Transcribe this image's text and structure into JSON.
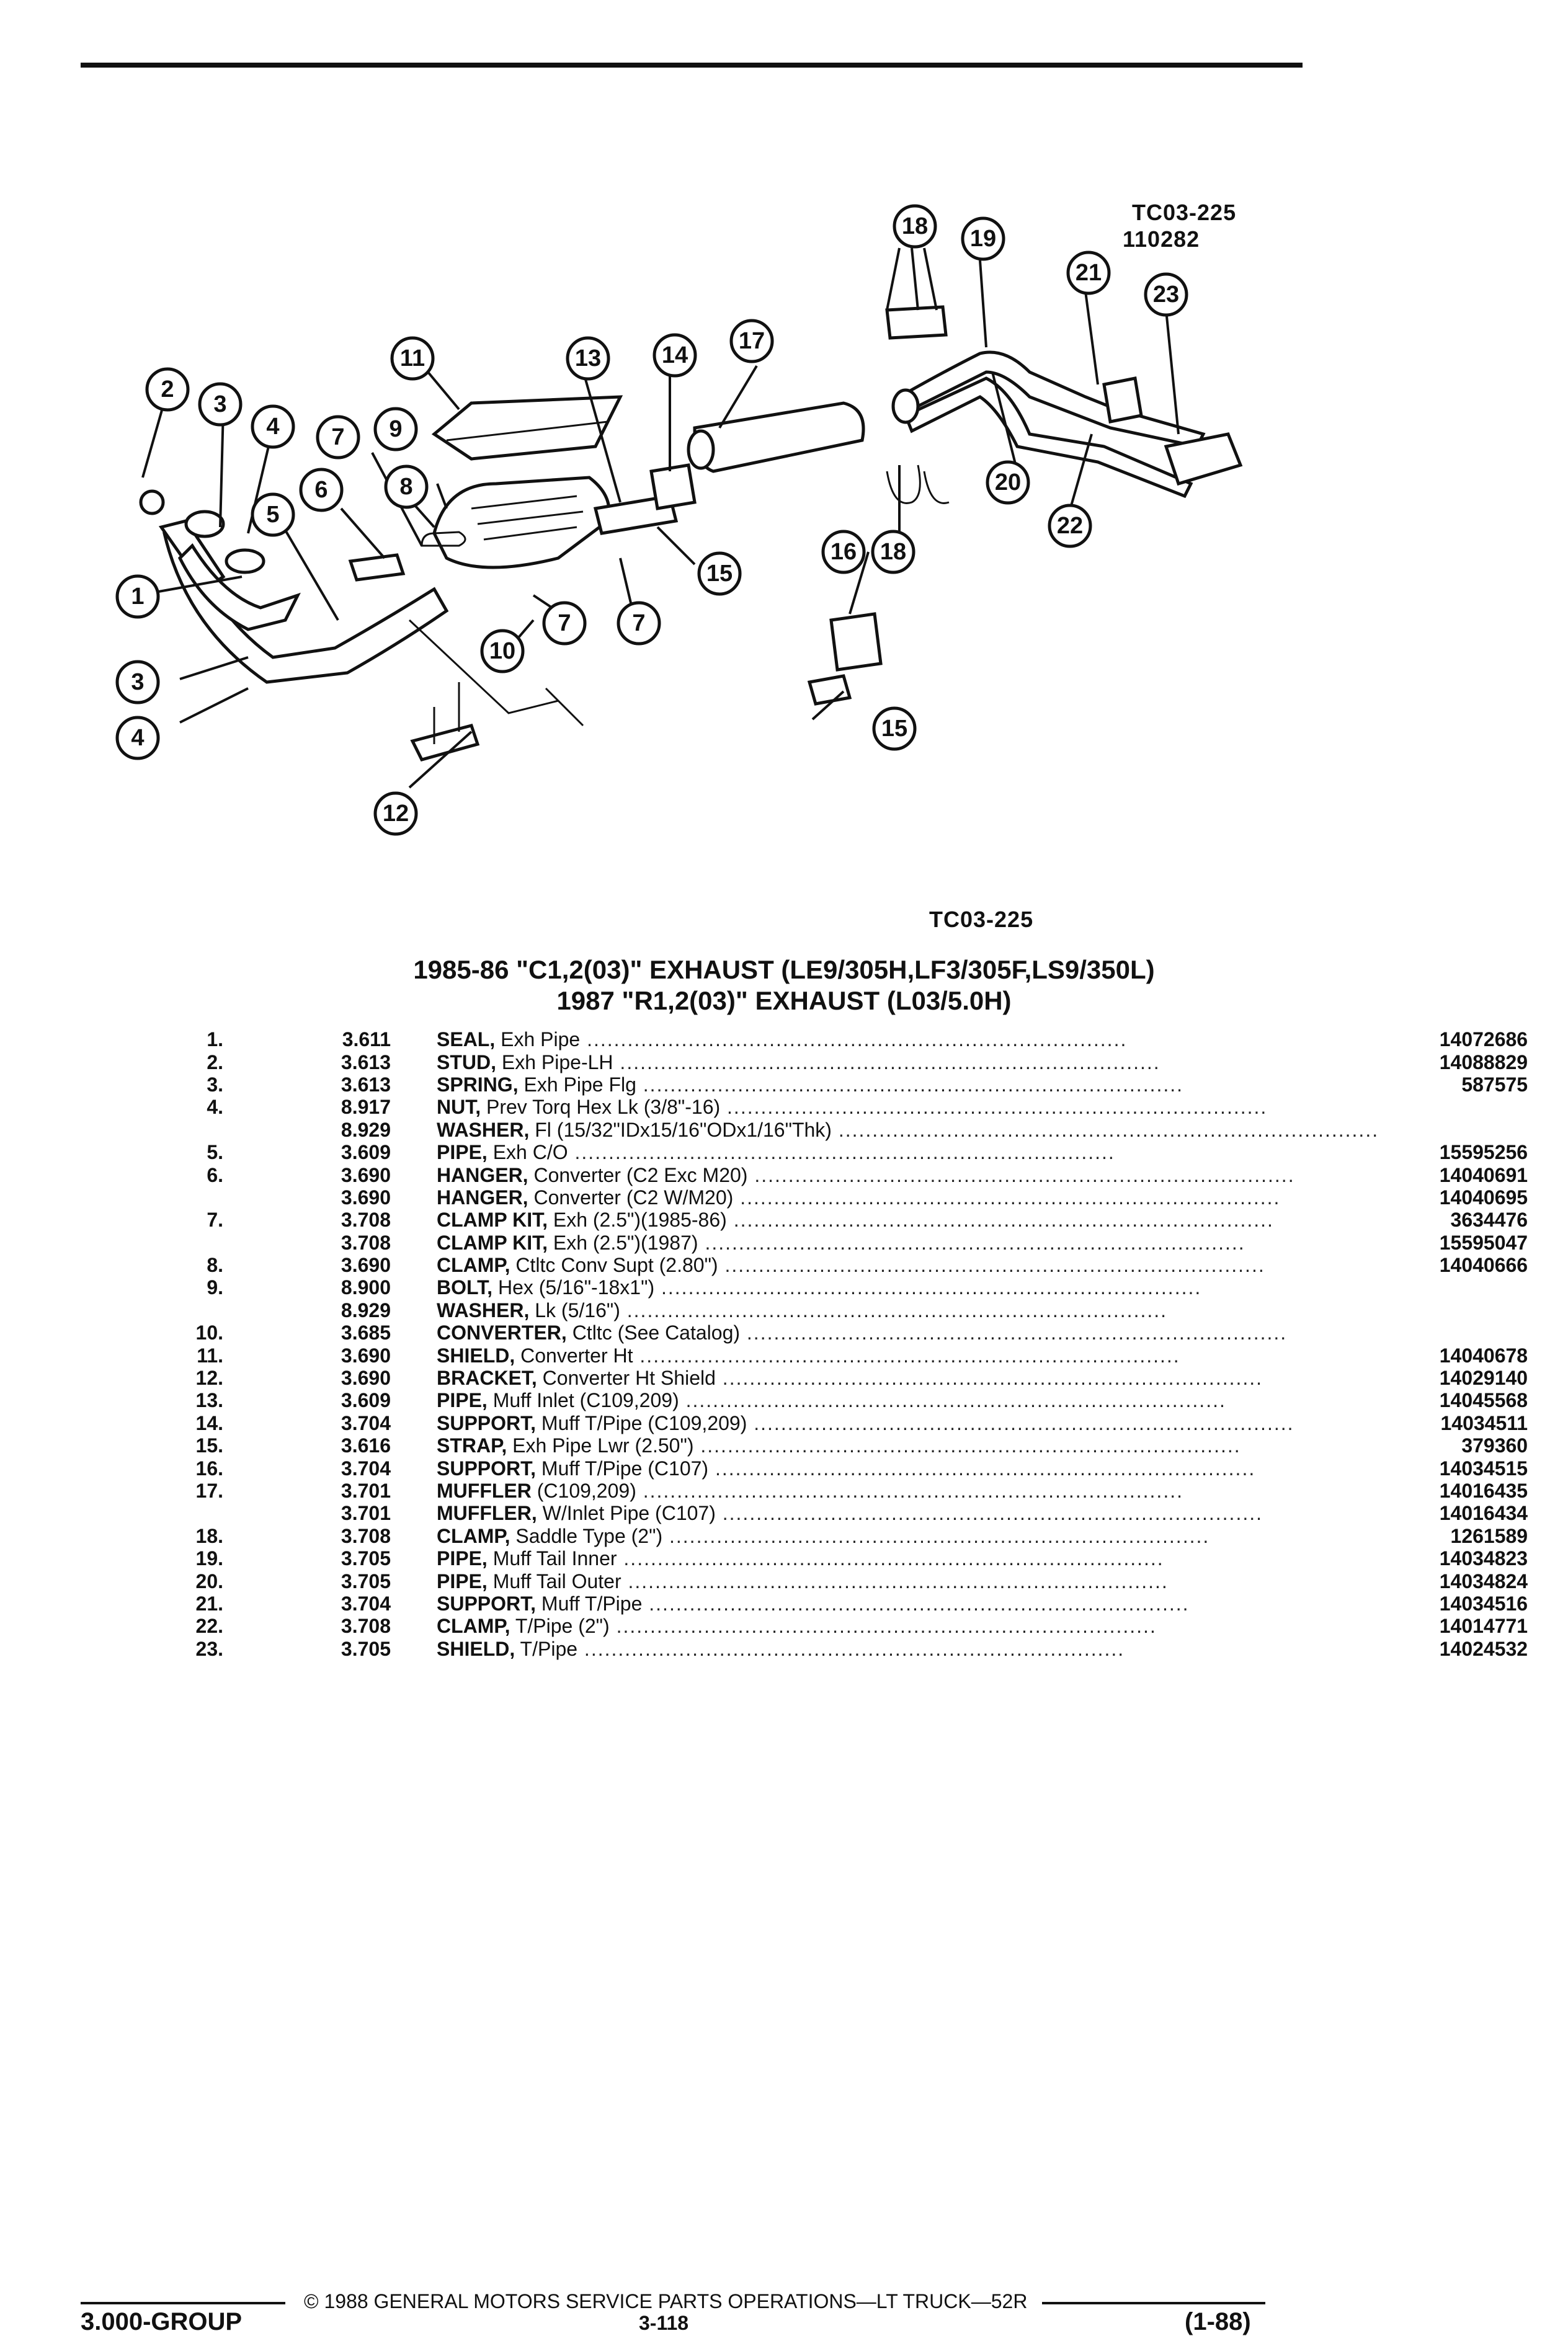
{
  "figure_code_top": "TC03-225",
  "figure_number": "110282",
  "figure_code_caption": "TC03-225",
  "title_line1": "1985-86 \"C1,2(03)\" EXHAUST (LE9/305H,LF3/305F,LS9/350L)",
  "title_line2": "1987 \"R1,2(03)\" EXHAUST (L03/5.0H)",
  "callouts": [
    "1",
    "2",
    "3",
    "4",
    "5",
    "6",
    "7",
    "8",
    "9",
    "10",
    "11",
    "12",
    "13",
    "14",
    "15",
    "16",
    "17",
    "18",
    "19",
    "20",
    "21",
    "22",
    "23"
  ],
  "parts": [
    {
      "num": "1.",
      "sect": "3.611",
      "name": "SEAL,",
      "desc": "Exh Pipe",
      "pn": "14072686"
    },
    {
      "num": "2.",
      "sect": "3.613",
      "name": "STUD,",
      "desc": "Exh Pipe-LH",
      "pn": "14088829"
    },
    {
      "num": "3.",
      "sect": "3.613",
      "name": "SPRING,",
      "desc": "Exh Pipe Flg",
      "pn": "587575"
    },
    {
      "num": "4.",
      "sect": "8.917",
      "name": "NUT,",
      "desc": "Prev Torq Hex Lk (3/8\"-16)",
      "pn": ""
    },
    {
      "num": "",
      "sect": "8.929",
      "name": "WASHER,",
      "desc": "Fl (15/32\"IDx15/16\"ODx1/16\"Thk)",
      "pn": ""
    },
    {
      "num": "5.",
      "sect": "3.609",
      "name": "PIPE,",
      "desc": "Exh C/O",
      "pn": "15595256"
    },
    {
      "num": "6.",
      "sect": "3.690",
      "name": "HANGER,",
      "desc": "Converter (C2 Exc M20)",
      "pn": "14040691"
    },
    {
      "num": "",
      "sect": "3.690",
      "name": "HANGER,",
      "desc": "Converter (C2 W/M20)",
      "pn": "14040695"
    },
    {
      "num": "7.",
      "sect": "3.708",
      "name": "CLAMP KIT,",
      "desc": "Exh (2.5\")(1985-86)",
      "pn": "3634476"
    },
    {
      "num": "",
      "sect": "3.708",
      "name": "CLAMP KIT,",
      "desc": "Exh (2.5\")(1987)",
      "pn": "15595047"
    },
    {
      "num": "8.",
      "sect": "3.690",
      "name": "CLAMP,",
      "desc": "Ctltc Conv Supt (2.80\")",
      "pn": "14040666"
    },
    {
      "num": "9.",
      "sect": "8.900",
      "name": "BOLT,",
      "desc": "Hex (5/16\"-18x1\")",
      "pn": ""
    },
    {
      "num": "",
      "sect": "8.929",
      "name": "WASHER,",
      "desc": "Lk (5/16\")",
      "pn": ""
    },
    {
      "num": "10.",
      "sect": "3.685",
      "name": "CONVERTER,",
      "desc": "Ctltc (See Catalog)",
      "pn": ""
    },
    {
      "num": "11.",
      "sect": "3.690",
      "name": "SHIELD,",
      "desc": "Converter Ht",
      "pn": "14040678"
    },
    {
      "num": "12.",
      "sect": "3.690",
      "name": "BRACKET,",
      "desc": "Converter Ht Shield",
      "pn": "14029140"
    },
    {
      "num": "13.",
      "sect": "3.609",
      "name": "PIPE,",
      "desc": "Muff Inlet (C109,209)",
      "pn": "14045568"
    },
    {
      "num": "14.",
      "sect": "3.704",
      "name": "SUPPORT,",
      "desc": "Muff T/Pipe (C109,209)",
      "pn": "14034511"
    },
    {
      "num": "15.",
      "sect": "3.616",
      "name": "STRAP,",
      "desc": "Exh Pipe Lwr (2.50\")",
      "pn": "379360"
    },
    {
      "num": "16.",
      "sect": "3.704",
      "name": "SUPPORT,",
      "desc": "Muff T/Pipe (C107)",
      "pn": "14034515"
    },
    {
      "num": "17.",
      "sect": "3.701",
      "name": "MUFFLER",
      "desc": "(C109,209)",
      "pn": "14016435"
    },
    {
      "num": "",
      "sect": "3.701",
      "name": "MUFFLER,",
      "desc": "W/Inlet Pipe (C107)",
      "pn": "14016434"
    },
    {
      "num": "18.",
      "sect": "3.708",
      "name": "CLAMP,",
      "desc": "Saddle Type (2\")",
      "pn": "1261589"
    },
    {
      "num": "19.",
      "sect": "3.705",
      "name": "PIPE,",
      "desc": "Muff Tail Inner",
      "pn": "14034823"
    },
    {
      "num": "20.",
      "sect": "3.705",
      "name": "PIPE,",
      "desc": "Muff Tail Outer",
      "pn": "14034824"
    },
    {
      "num": "21.",
      "sect": "3.704",
      "name": "SUPPORT,",
      "desc": "Muff T/Pipe",
      "pn": "14034516"
    },
    {
      "num": "22.",
      "sect": "3.708",
      "name": "CLAMP,",
      "desc": "T/Pipe (2\")",
      "pn": "14014771"
    },
    {
      "num": "23.",
      "sect": "3.705",
      "name": "SHIELD,",
      "desc": "T/Pipe",
      "pn": "14024532"
    }
  ],
  "footer": {
    "copyright": "© 1988 GENERAL MOTORS SERVICE PARTS OPERATIONS—LT TRUCK—52R",
    "group": "3.000-GROUP",
    "page": "3-118",
    "date": "(1-88)"
  }
}
